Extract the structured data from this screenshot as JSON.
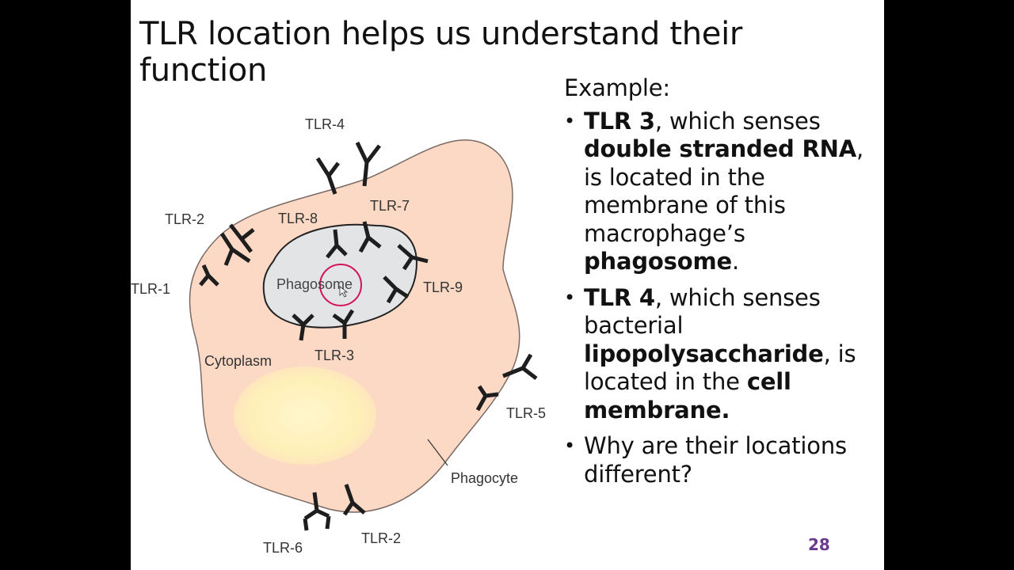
{
  "slide": {
    "title": "TLR location helps us understand their function",
    "page_number": "28"
  },
  "diagram": {
    "labels": {
      "tlr4": "TLR-4",
      "tlr2_top": "TLR-2",
      "tlr1": "TLR-1",
      "tlr8": "TLR-8",
      "tlr7": "TLR-7",
      "tlr9": "TLR-9",
      "tlr3": "TLR-3",
      "tlr5": "TLR-5",
      "tlr6": "TLR-6",
      "tlr2_bottom": "TLR-2",
      "phagosome": "Phagosome",
      "cytoplasm": "Cytoplasm",
      "phagocyte": "Phagocyte"
    },
    "colors": {
      "cell": "#fcd9c4",
      "phagosome": "#e3e4e6",
      "nucleus": "#fff3bf",
      "receptor": "#1e1e1e",
      "cursor_ring": "#d4145a"
    }
  },
  "text": {
    "example": "Example:",
    "b1": {
      "t1": "TLR 3",
      "t2": ", which senses ",
      "t3": "double stranded RNA",
      "t4": ", is located in the membrane of this macrophage’s ",
      "t5": "phagosome",
      "t6": "."
    },
    "b2": {
      "t1": "TLR 4",
      "t2": ", which senses bacterial ",
      "t3": "lipopolysaccharide",
      "t4": ", is located in the ",
      "t5": "cell membrane."
    },
    "b3": {
      "t1": "Why are their locations different?"
    },
    "bullet": "•"
  }
}
